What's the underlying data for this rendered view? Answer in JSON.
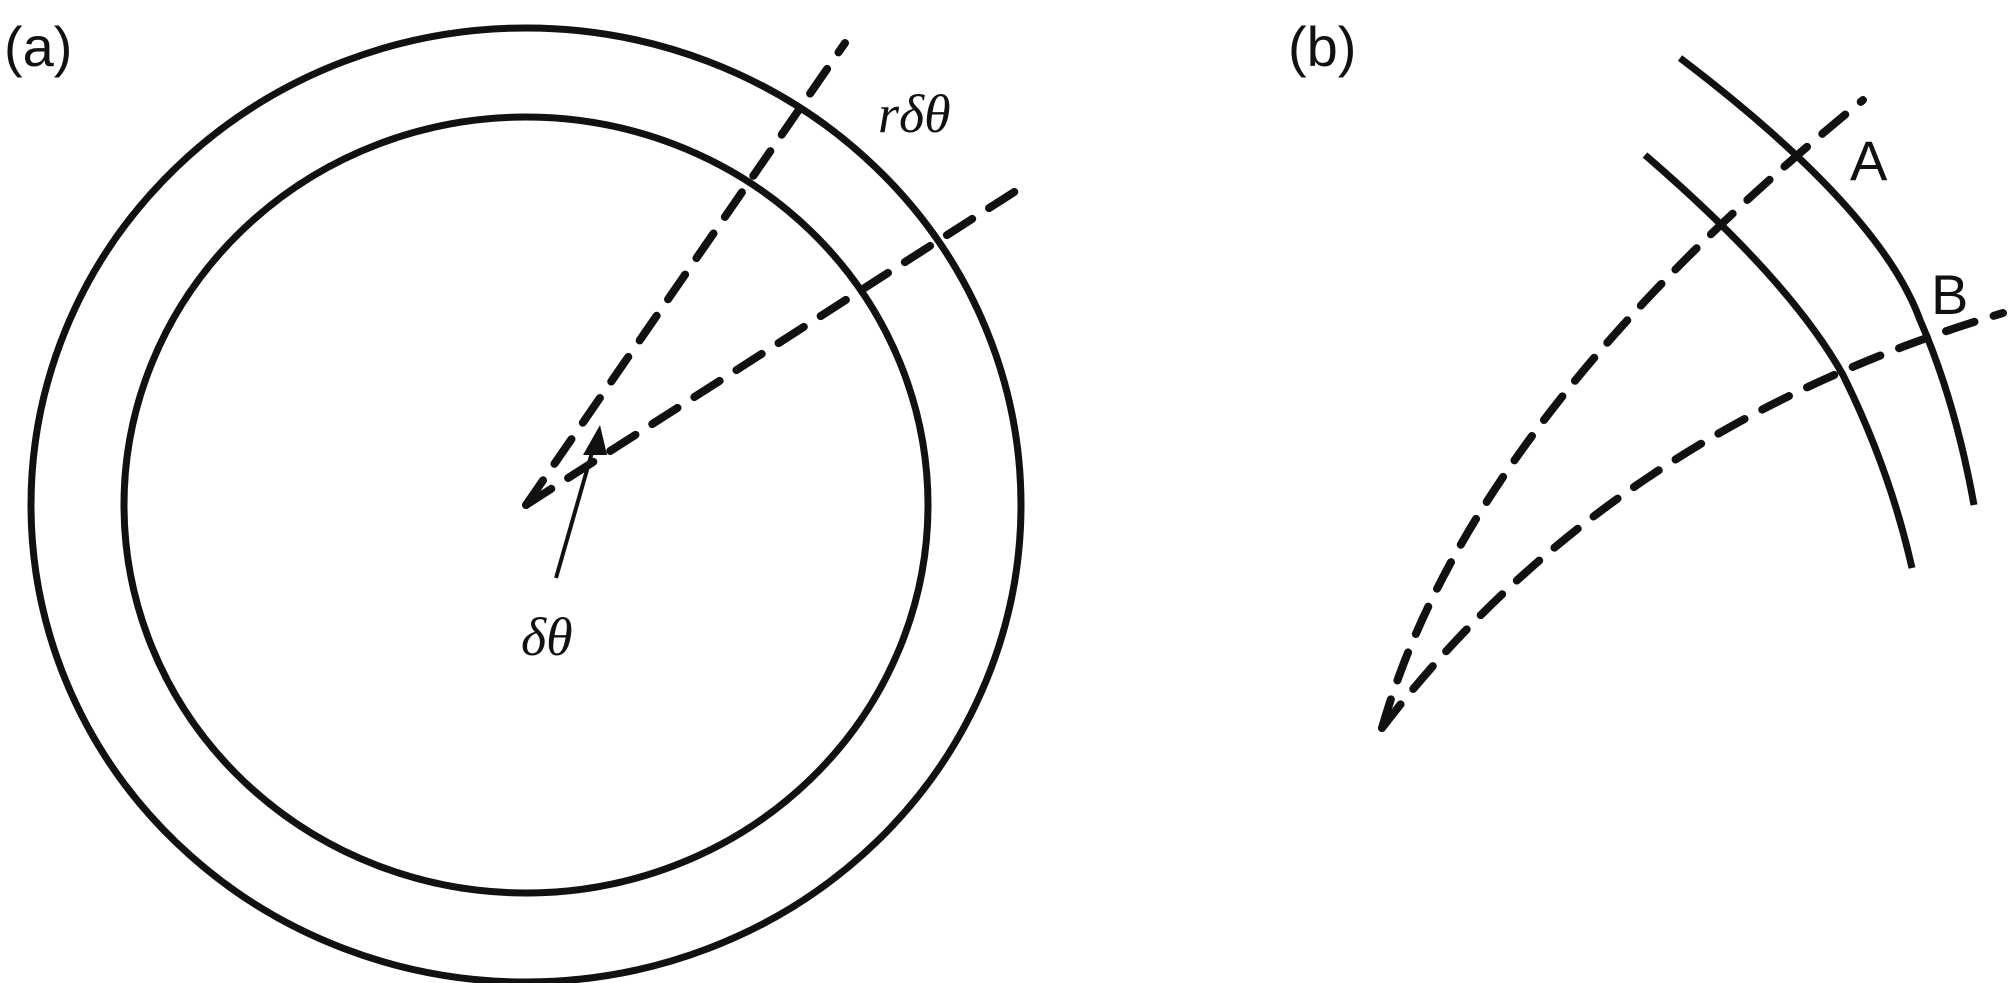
{
  "panel_a": {
    "label": "(a)",
    "arc_label": "rδθ",
    "angle_label": "δθ"
  },
  "panel_b": {
    "label": "(b)",
    "point_a": "A",
    "point_b": "B"
  },
  "colors": {
    "ink": "#111111",
    "background": "#ffffff"
  }
}
